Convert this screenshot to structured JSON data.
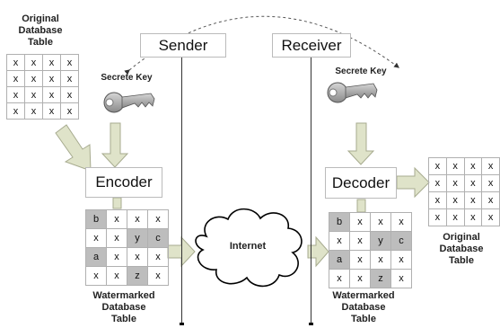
{
  "sender": {
    "title": "Sender"
  },
  "receiver": {
    "title": "Receiver"
  },
  "left_original": {
    "label": "Original\nDatabase\nTable",
    "cells": [
      [
        "x",
        "x",
        "x",
        "x"
      ],
      [
        "x",
        "x",
        "x",
        "x"
      ],
      [
        "x",
        "x",
        "x",
        "x"
      ],
      [
        "x",
        "x",
        "x",
        "x"
      ]
    ]
  },
  "right_original": {
    "label": "Original\nDatabase\nTable",
    "cells": [
      [
        "x",
        "x",
        "x",
        "x"
      ],
      [
        "x",
        "x",
        "x",
        "x"
      ],
      [
        "x",
        "x",
        "x",
        "x"
      ],
      [
        "x",
        "x",
        "x",
        "x"
      ]
    ]
  },
  "left_key": {
    "label": "Secrete Key"
  },
  "right_key": {
    "label": "Secrete Key"
  },
  "encoder": {
    "label": "Encoder"
  },
  "decoder": {
    "label": "Decoder"
  },
  "left_watermarked": {
    "label": "Watermarked\nDatabase\nTable",
    "cells": [
      [
        "b",
        "x",
        "x",
        "x"
      ],
      [
        "x",
        "x",
        "y",
        "c"
      ],
      [
        "a",
        "x",
        "x",
        "x"
      ],
      [
        "x",
        "x",
        "z",
        "x"
      ]
    ]
  },
  "right_watermarked": {
    "label": "Watermarked\nDatabase\nTable",
    "cells": [
      [
        "b",
        "x",
        "x",
        "x"
      ],
      [
        "x",
        "x",
        "y",
        "c"
      ],
      [
        "a",
        "x",
        "x",
        "x"
      ],
      [
        "x",
        "x",
        "z",
        "x"
      ]
    ]
  },
  "internet": {
    "label": "Internet"
  },
  "colors": {
    "arrow_fill": "#dfe3c9",
    "arrow_stroke": "#a7ab8f",
    "highlight_cell": "#bdbdbd"
  }
}
